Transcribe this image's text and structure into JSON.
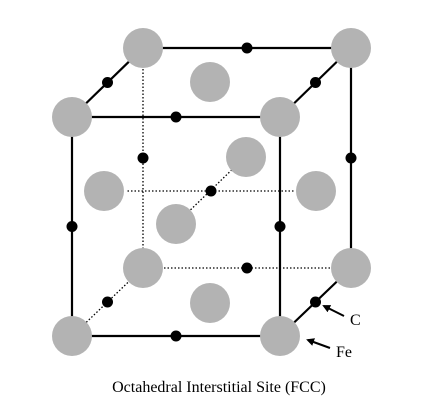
{
  "diagram": {
    "caption": "Octahedral Interstitial Site (FCC)",
    "labels": {
      "carbon": "C",
      "iron": "Fe"
    },
    "colors": {
      "fe_atom": "#b3b3b3",
      "c_atom": "#000000",
      "edge": "#000000",
      "background": "#ffffff"
    }
  }
}
